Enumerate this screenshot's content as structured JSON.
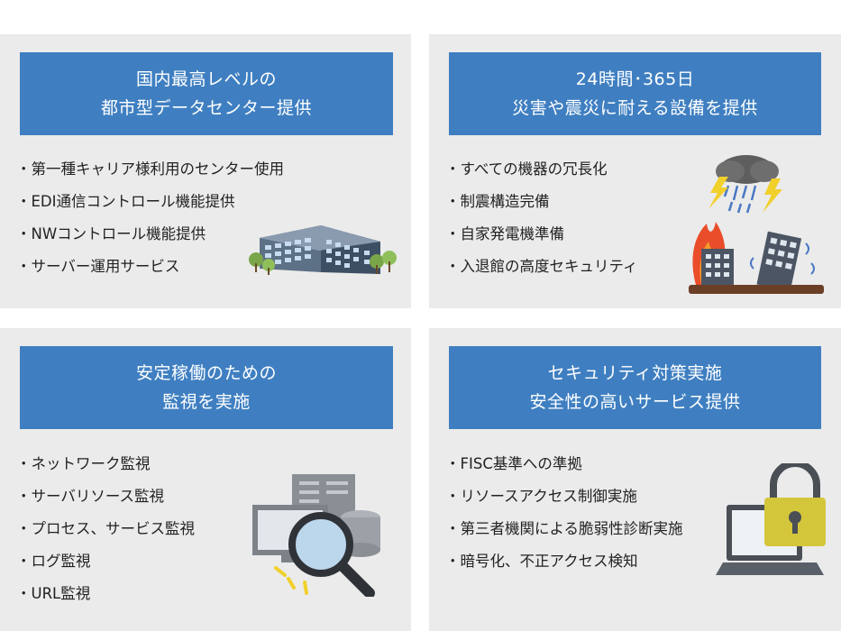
{
  "panels": [
    {
      "title_line1": "国内最高レベルの",
      "title_line2": "都市型データセンター提供",
      "items": [
        "・第一種キャリア様利用のセンター使用",
        "・EDI通信コントロール機能提供",
        "・NWコントロール機能提供",
        "・サーバー運用サービス"
      ],
      "icon": "office-building-icon"
    },
    {
      "title_line1": "24時間･365日",
      "title_line2": "災害や震災に耐える設備を提供",
      "items": [
        "・すべての機器の冗長化",
        "・制震構造完備",
        "・自家発電機準備",
        "・入退館の高度セキュリティ"
      ],
      "icon": "disaster-buildings-icon"
    },
    {
      "title_line1": "安定稼働のための",
      "title_line2": "監視を実施",
      "items": [
        "・ネットワーク監視",
        "・サーバリソース監視",
        "・プロセス、サービス監視",
        "・ログ監視",
        "・URL監視"
      ],
      "icon": "magnifier-monitoring-icon"
    },
    {
      "title_line1": "セキュリティ対策実施",
      "title_line2": "安全性の高いサービス提供",
      "items": [
        "・FISC基準への準拠",
        "・リソースアクセス制御実施",
        "・第三者機関による脆弱性診断実施",
        "・暗号化、不正アクセス検知"
      ],
      "icon": "laptop-padlock-icon"
    }
  ],
  "colors": {
    "header_bg": "#3f7fc1",
    "panel_bg": "#ebebeb",
    "lock": "#d4c63a"
  }
}
